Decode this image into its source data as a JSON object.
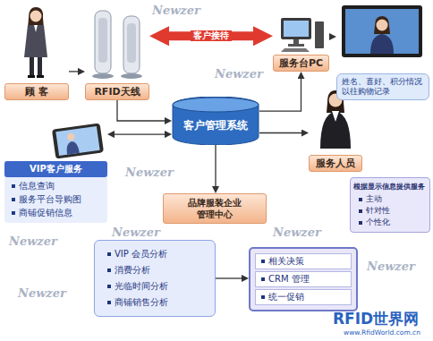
{
  "diagram": {
    "nodes": [
      {
        "text": [
          "顾 客"
        ]
      },
      {
        "text": [
          "RFID天线"
        ]
      },
      {
        "text": [
          "客户管理系统"
        ]
      },
      {
        "text": [
          "服务台PC"
        ]
      },
      {
        "text": [
          "姓名、喜好、积分情况以往购物记录"
        ]
      },
      {
        "text": [
          "服务人员"
        ]
      },
      {
        "text": [
          "根据显示信息提供服务",
          "主动",
          "针对性",
          "个性化"
        ]
      },
      {
        "text": [
          "VIP客户服务",
          "信息查询",
          "服务平台导购图",
          "商铺促销信息"
        ]
      },
      {
        "text": [
          "品牌服装企业管理中心"
        ]
      },
      {
        "text": [
          "VIP 会员分析",
          "消费分析",
          "光临时间分析",
          "商铺销售分析"
        ]
      },
      {
        "text": [
          "相关决策",
          "CRM 管理",
          "统一促销"
        ]
      }
    ],
    "edges": [
      {
        "from": 0,
        "to": 1,
        "arrow": "to"
      },
      {
        "from": 1,
        "to": 2,
        "arrow": "to"
      },
      {
        "from": 2,
        "to": 7,
        "arrow": "both"
      },
      {
        "from": 2,
        "to": 3,
        "arrow": "to"
      },
      {
        "from": 3,
        "to": 4,
        "arrow": "to"
      },
      {
        "from": 2,
        "to": 5,
        "arrow": "to"
      },
      {
        "from": 2,
        "to": 8,
        "arrow": "to"
      },
      {
        "from": 9,
        "to": 10,
        "arrow": "to"
      },
      {
        "from": 1,
        "to": 3,
        "label": "客户接待",
        "arrow": "both"
      }
    ],
    "labels": [
      "Newzer",
      "Newzer",
      "Newzer",
      "Newzer",
      "Newzer",
      "Newzer",
      "Newzer",
      "Newzer",
      "RFID世界网",
      "www.RfidWorld.com.cn"
    ]
  }
}
